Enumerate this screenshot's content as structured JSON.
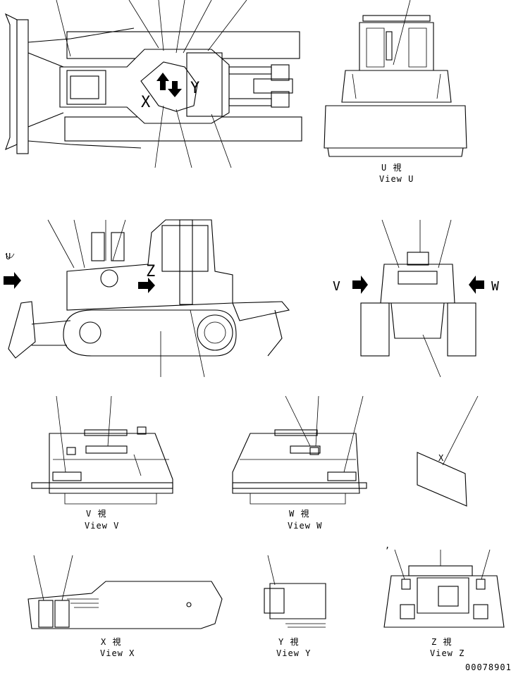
{
  "views": {
    "u": {
      "jp": "U  視",
      "en": "View U"
    },
    "v": {
      "jp": "V  視",
      "en": "View V"
    },
    "w": {
      "jp": "W  視",
      "en": "View W"
    },
    "x": {
      "jp": "X  視",
      "en": "View X"
    },
    "y": {
      "jp": "Y  視",
      "en": "View Y"
    },
    "z": {
      "jp": "Z  視",
      "en": "View Z"
    }
  },
  "markers": {
    "u": "U",
    "v": "V",
    "w": "W",
    "x": "X",
    "y": "Y",
    "z": "Z",
    "detail_x": "X",
    "tick": ","
  },
  "drawing_number": "00078901"
}
